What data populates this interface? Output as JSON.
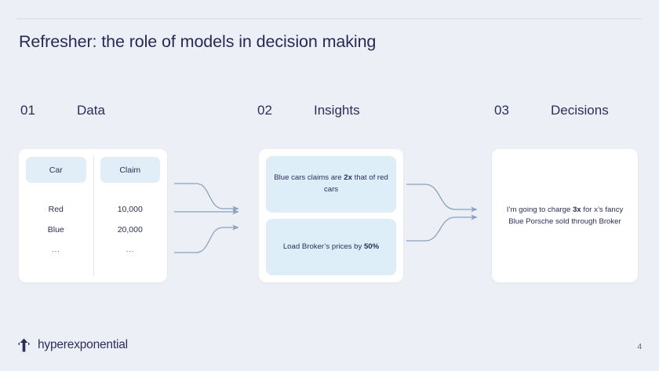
{
  "slide": {
    "title": "Refresher: the role of models in decision making",
    "page_number": "4",
    "background_color": "#eceff6",
    "text_color": "#2b2f57",
    "accent_color": "#ddeef8",
    "arrow_color": "#8aa2bd"
  },
  "steps": [
    {
      "number": "01",
      "label": "Data"
    },
    {
      "number": "02",
      "label": "Insights"
    },
    {
      "number": "03",
      "label": "Decisions"
    }
  ],
  "data_table": {
    "columns": [
      {
        "header": "Car",
        "cells": [
          "Red",
          "Blue",
          "..."
        ]
      },
      {
        "header": "Claim",
        "cells": [
          "10,000",
          "20,000",
          "..."
        ]
      }
    ]
  },
  "insights": [
    {
      "text_before": "Blue cars claims are ",
      "emphasis": "2x",
      "text_after": " that of red cars"
    },
    {
      "text_before": "Load Broker’s prices by ",
      "emphasis": "50%",
      "text_after": ""
    }
  ],
  "decision": {
    "text_before": "I’m going to charge ",
    "emphasis": "3x",
    "text_after": " for x’s fancy Blue Porsche sold through Broker"
  },
  "footer": {
    "logo_text": "hyperexponential",
    "logo_icon": "up-arrow-mark"
  }
}
